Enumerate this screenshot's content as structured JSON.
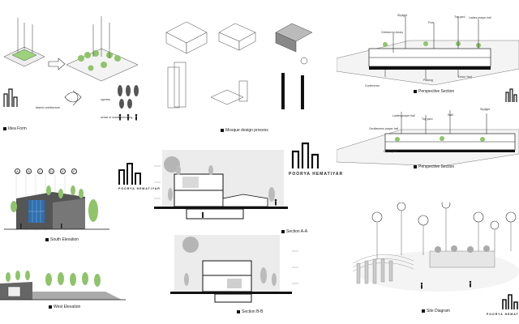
{
  "captions": {
    "idea_form": "Idea Form",
    "mosque_design_process": "Mosque design process",
    "perspective_section_top": "Perspective Section",
    "perspective_section_bottom": "Perspective Section",
    "south_elevation": "South Elevation",
    "west_elevation": "West Elevation",
    "section_aa": "Section A-A",
    "section_bb": "Section B-B",
    "site_diagram": "Site Diagram"
  },
  "idea_form_labels": {
    "cypress": "cypress",
    "sense_of_social_belonging": "sense of social belonging",
    "islamic_architecture": "islamic architecture"
  },
  "section_top_labels": {
    "skylight": "Skylight",
    "childrens_library": "Children's Library",
    "pool": "Pool",
    "top_yard": "Top yard",
    "ladies_prayer_hall": "Ladies prayer hall",
    "conference": "Conference",
    "parking": "Parking",
    "down_yard": "Down Yard"
  },
  "section_bottom_labels": {
    "ladies_prayer_hall": "Ladies prayer hall",
    "top_yard": "Top yard",
    "wall": "Wall",
    "skylight": "Skylight",
    "childrens_library": "Gentlemens prayer hall",
    "down_yard": "Down yard"
  },
  "grid_letters": [
    "A",
    "B",
    "C",
    "D",
    "E",
    "F"
  ],
  "logo": {
    "name_part1": "POORYA ",
    "name_part2": "HEMATIYAR"
  },
  "colors": {
    "ink": "#111111",
    "tree": "#8fc46a",
    "glass": "#2f6fae",
    "sky_grey": "#d6d6d6"
  }
}
